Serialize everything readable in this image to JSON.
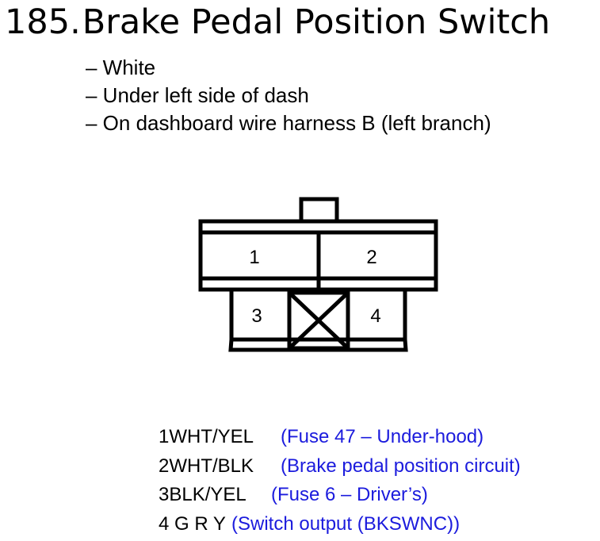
{
  "title": {
    "number": "185.",
    "text": "Brake Pedal Position Switch"
  },
  "details": [
    "– White",
    "– Under left side of dash",
    "– On dashboard wire harness B (left branch)"
  ],
  "connector": {
    "pins": [
      "1",
      "2",
      "3",
      "4"
    ]
  },
  "terminals": [
    {
      "code": "1WHT/YEL",
      "desc": "(Fuse 47 – Under-hood)"
    },
    {
      "code": "2WHT/BLK",
      "desc": "(Brake pedal position circuit)"
    },
    {
      "code": "3BLK/YEL",
      "desc": "(Fuse 6 – Driver’s)"
    },
    {
      "code": "4  G  R  Y",
      "desc": "(Switch output (BKSWNC))"
    }
  ],
  "colors": {
    "description_text": "#1b1bdd",
    "outline": "#000000"
  }
}
